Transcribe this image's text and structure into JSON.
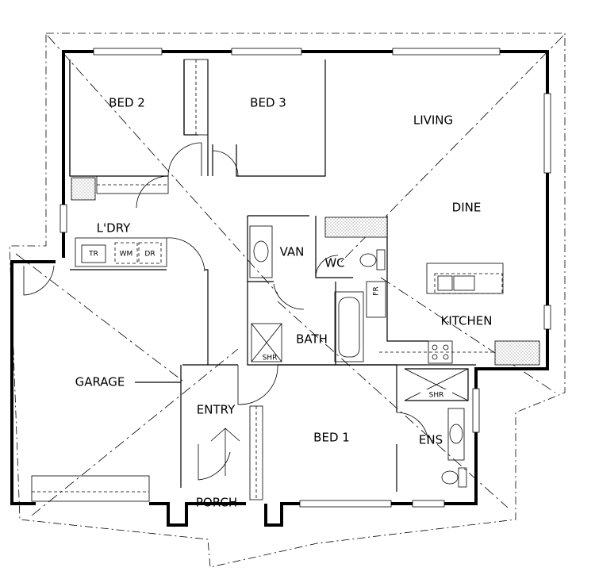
{
  "rooms": {
    "bed2": "BED 2",
    "bed3": "BED 3",
    "living": "LIVING",
    "dine": "DINE",
    "laundry": "L'DRY",
    "van": "VAN",
    "wc": "WC",
    "bath": "BATH",
    "kitchen": "KITCHEN",
    "garage": "GARAGE",
    "entry": "ENTRY",
    "bed1": "BED 1",
    "ens": "ENS",
    "porch": "PORCH"
  },
  "fixtures": {
    "tr": "TR",
    "wm": "WM",
    "dr": "DR",
    "fr": "FR",
    "shr_bath": "SHR",
    "shr_ens": "SHR"
  },
  "colors": {
    "line": "#000000",
    "background": "#ffffff",
    "tile_hatch": "#888888"
  }
}
